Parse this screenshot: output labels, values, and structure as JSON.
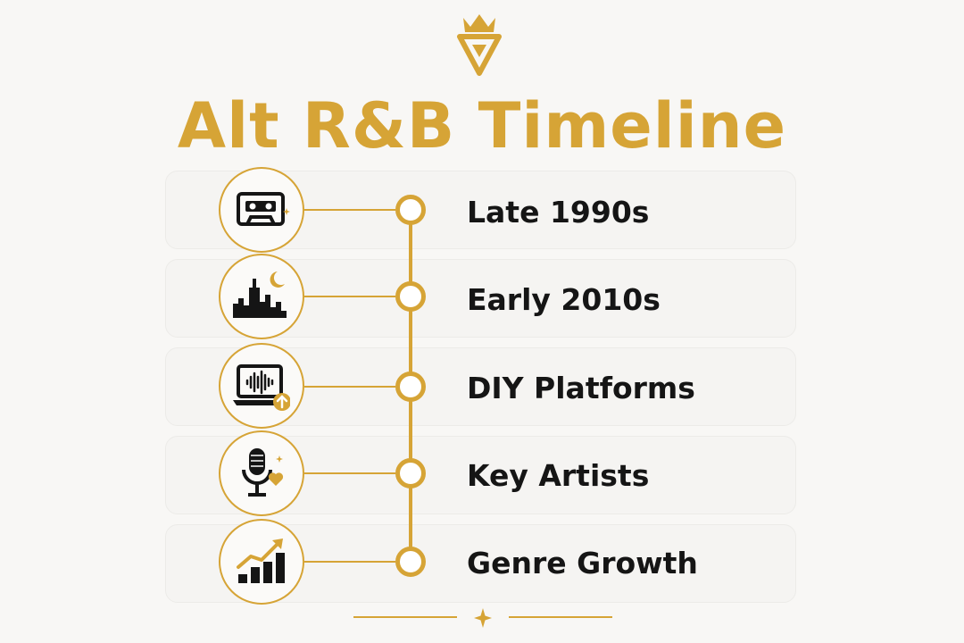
{
  "title": "Alt R&B Timeline",
  "colors": {
    "accent": "#d6a436",
    "text": "#151515",
    "background": "#f8f7f5"
  },
  "logo": {
    "icon": "crown-shield-icon"
  },
  "timeline": [
    {
      "label": "Late 1990s",
      "icon": "cassette-tape-icon"
    },
    {
      "label": "Early 2010s",
      "icon": "city-skyline-moon-icon"
    },
    {
      "label": "DIY Platforms",
      "icon": "laptop-upload-waveform-icon"
    },
    {
      "label": "Key Artists",
      "icon": "microphone-heart-icon"
    },
    {
      "label": "Genre Growth",
      "icon": "growth-bar-chart-icon"
    }
  ],
  "footer": {
    "icon": "sparkle-icon"
  }
}
